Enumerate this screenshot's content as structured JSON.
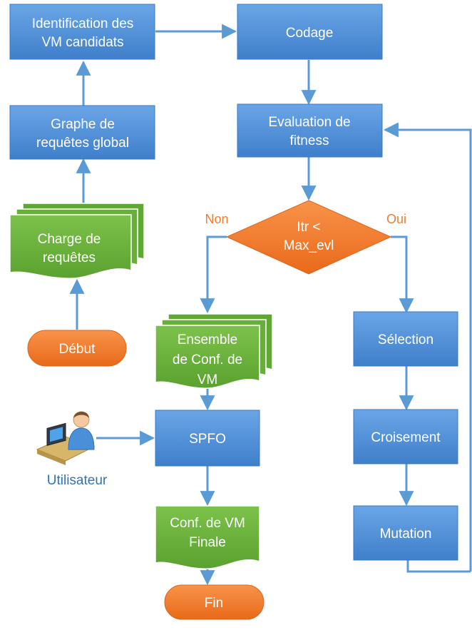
{
  "colors": {
    "process_fill": "#4F8FD6",
    "process_border": "#3A78C2",
    "document_fill": "#6DB33F",
    "terminal_fill": "#F07A28",
    "decision_fill": "#F07A28",
    "arrow": "#5B9BD5",
    "branch_label": "#ED7D31",
    "user_label": "#2E75B6"
  },
  "nodes": {
    "identification": {
      "line1": "Identification des",
      "line2": "VM candidats"
    },
    "codage": {
      "line1": "Codage"
    },
    "graphe": {
      "line1": "Graphe de",
      "line2": "requêtes global"
    },
    "evaluation": {
      "line1": "Evaluation de",
      "line2": "fitness"
    },
    "decision": {
      "line1": "Itr <",
      "line2": "Max_evl"
    },
    "branch_no": "Non",
    "branch_yes": "Oui",
    "charge": {
      "line1": "Charge de",
      "line2": "requêtes"
    },
    "debut": "Début",
    "ensemble": {
      "line1": "Ensemble",
      "line2": "de Conf. de",
      "line3": "VM"
    },
    "selection": "Sélection",
    "spfo": "SPFO",
    "utilisateur": "Utilisateur",
    "croisement": "Croisement",
    "conf_finale": {
      "line1": "Conf. de VM",
      "line2": "Finale"
    },
    "mutation": "Mutation",
    "fin": "Fin"
  },
  "icons": {
    "user": "user-at-computer-icon"
  }
}
